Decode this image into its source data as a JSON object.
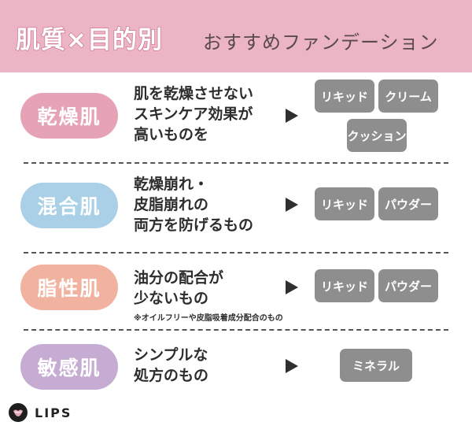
{
  "header": {
    "title_main": "肌質×目的別",
    "title_sub": "おすすめファンデーション"
  },
  "rows": [
    {
      "skin": "乾燥肌",
      "color": "#e7a3b6",
      "desc": [
        "肌を乾燥させない",
        "スキンケア効果が",
        "高いものを"
      ],
      "tags": [
        "リキッド",
        "クリーム",
        "クッション"
      ]
    },
    {
      "skin": "混合肌",
      "color": "#a9d0e6",
      "desc": [
        "乾燥崩れ・",
        "皮脂崩れの",
        "両方を防げるもの"
      ],
      "tags": [
        "リキッド",
        "パウダー"
      ]
    },
    {
      "skin": "脂性肌",
      "color": "#f1b3a0",
      "desc": [
        "油分の配合が",
        "少ないもの"
      ],
      "note": "※オイルフリーや皮脂吸着成分配合のもの",
      "tags": [
        "リキッド",
        "パウダー"
      ]
    },
    {
      "skin": "敏感肌",
      "color": "#c6acd3",
      "desc": [
        "シンプルな",
        "処方のもの"
      ],
      "tags": [
        "ミネラル"
      ]
    }
  ],
  "brand": {
    "logo_text": "LIPS",
    "icon": "lips-logo-icon"
  }
}
